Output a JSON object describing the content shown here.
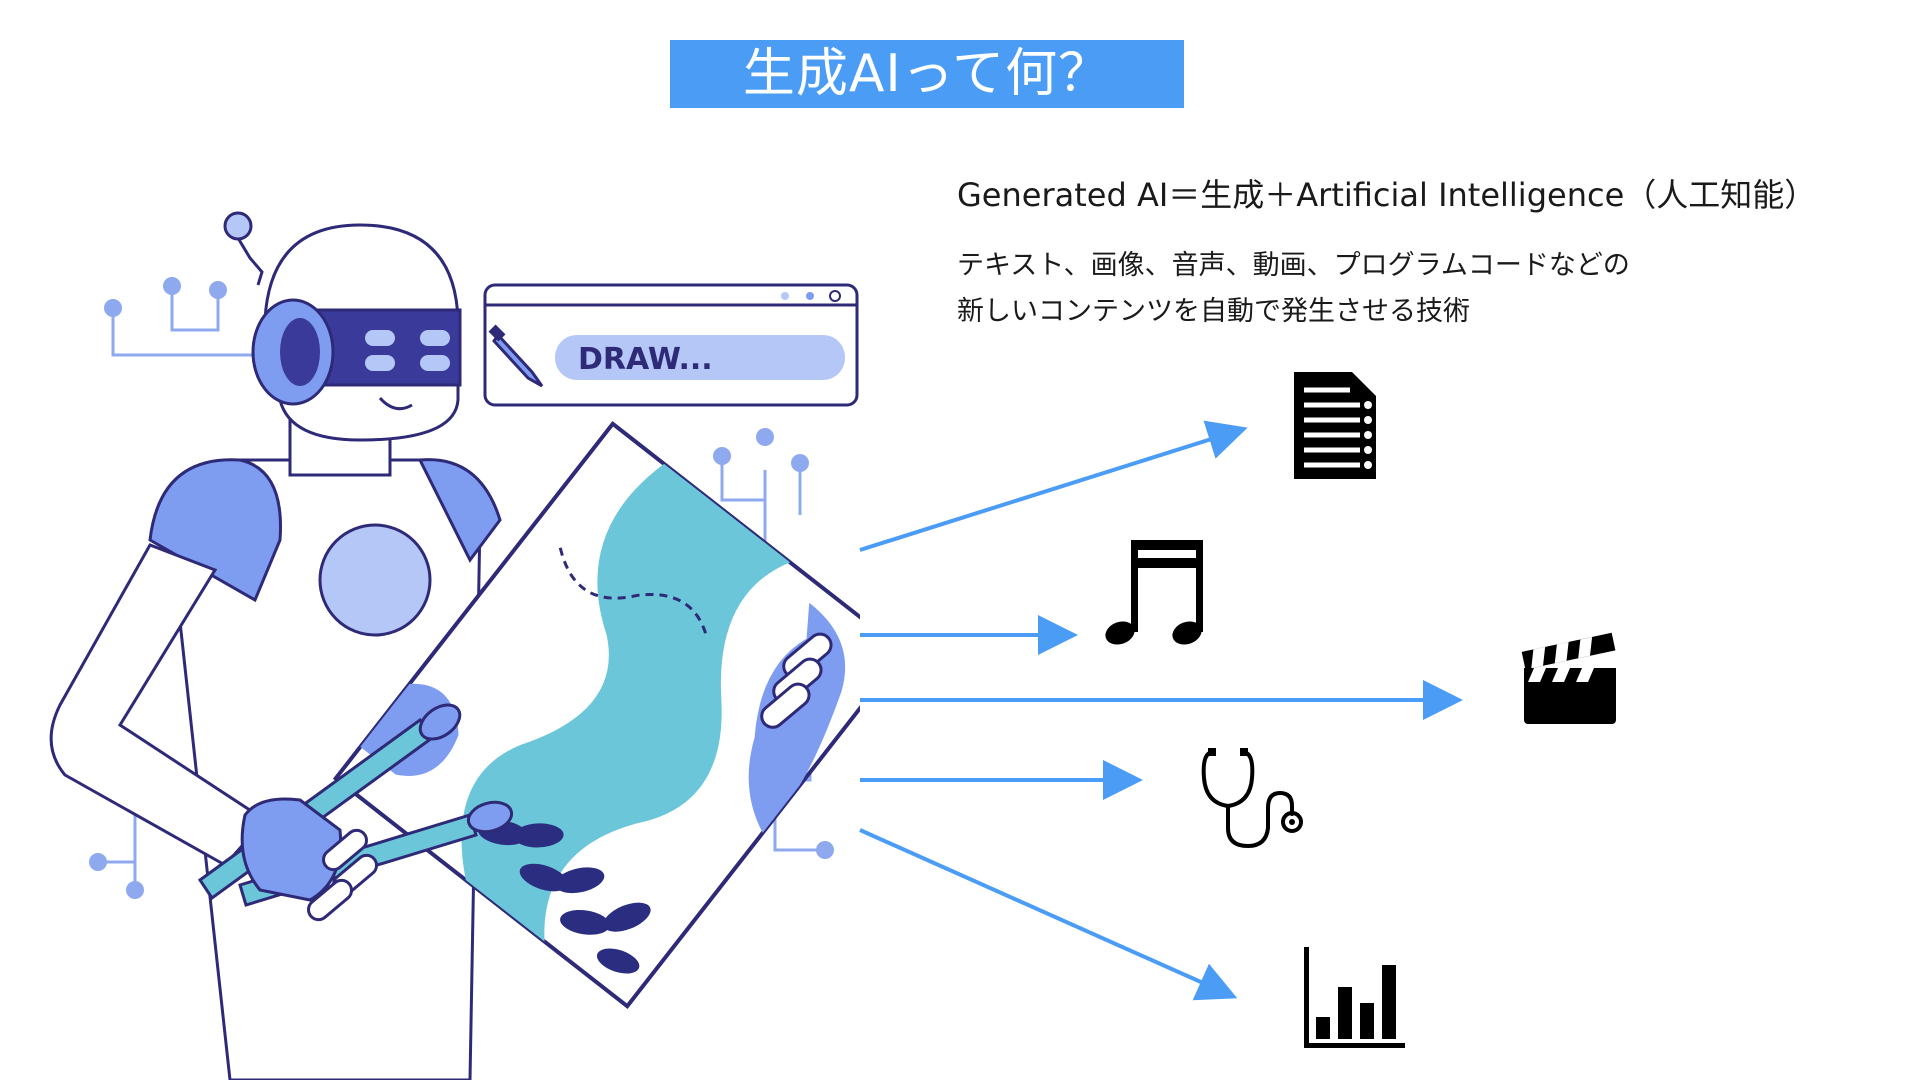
{
  "title": "生成AIって何？",
  "definition": "Generated AI＝生成＋Artificial Intelligence（人工知能）",
  "description": {
    "line1": "テキスト、画像、音声、動画、プログラムコードなどの",
    "line2": "新しいコンテンツを自動で発生させる技術"
  },
  "illustration": {
    "draw_label": "DRAW..."
  },
  "outputs": [
    {
      "icon": "document-checklist-icon"
    },
    {
      "icon": "music-note-icon"
    },
    {
      "icon": "clapperboard-icon"
    },
    {
      "icon": "stethoscope-icon"
    },
    {
      "icon": "bar-chart-icon"
    }
  ],
  "colors": {
    "accent": "#4a9cf5",
    "robot_outline": "#2e2a78",
    "robot_fill": "#7e9cf0",
    "robot_light": "#b5c7f7",
    "teal": "#6cc6d9",
    "navy": "#2a2d80",
    "circuit": "#8ea9ee"
  }
}
